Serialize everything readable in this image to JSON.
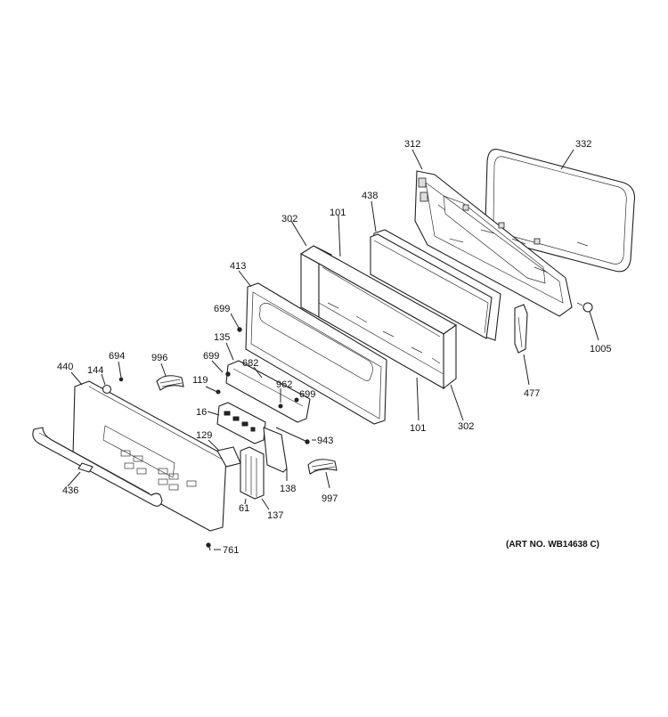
{
  "diagram": {
    "art_number": "(ART NO. WB14638 C)",
    "callouts": {
      "c312": "312",
      "c332": "332",
      "c438": "438",
      "c302a": "302",
      "c101a": "101",
      "c413": "413",
      "c699a": "699",
      "c135": "135",
      "c694": "694",
      "c996": "996",
      "c699b": "699",
      "c440": "440",
      "c144": "144",
      "c682": "682",
      "c119": "119",
      "c962": "962",
      "c699c": "699",
      "c16": "16",
      "c129": "129",
      "c436": "436",
      "c943": "943",
      "c138": "138",
      "c61": "61",
      "c137": "137",
      "c997": "997",
      "c761": "761",
      "c101b": "101",
      "c302b": "302",
      "c477": "477",
      "c1005": "1005"
    }
  }
}
